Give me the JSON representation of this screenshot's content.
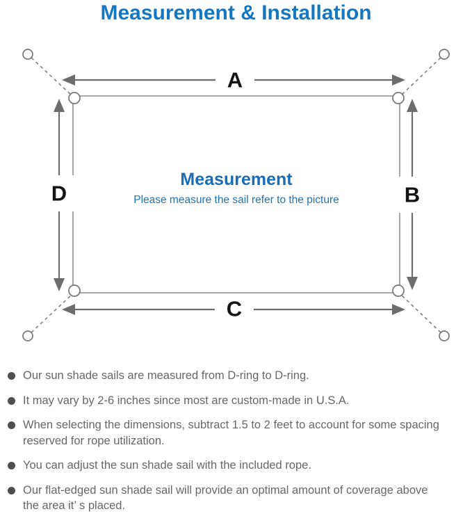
{
  "title": {
    "text": "Measurement & Installation"
  },
  "colors": {
    "title_blue": "#1577c2",
    "heading_blue": "#1a6cb6",
    "line_gray": "#6d6d6d",
    "sail_border_gray": "#9b9b9b",
    "note_text_gray": "#66676a"
  },
  "diagram": {
    "label_a": "A",
    "label_b": "B",
    "label_c": "C",
    "label_d": "D",
    "heading": "Measurement",
    "subheading": "Please measure the sail refer to the picture"
  },
  "notes": [
    {
      "lines": [
        "Our sun shade sails are measured from D-ring to D-ring."
      ]
    },
    {
      "lines": [
        "It may vary by 2-6 inches since most are custom-made in U.S.A."
      ]
    },
    {
      "lines": [
        "When selecting the dimensions, subtract 1.5 to 2 feet to account for some spacing",
        "reserved for rope utilization."
      ]
    },
    {
      "lines": [
        "You can adjust the sun shade sail with the included rope."
      ]
    },
    {
      "lines": [
        "Our flat-edged sun shade sail will provide an optimal amount of coverage above",
        "the area it’ s placed."
      ]
    }
  ]
}
